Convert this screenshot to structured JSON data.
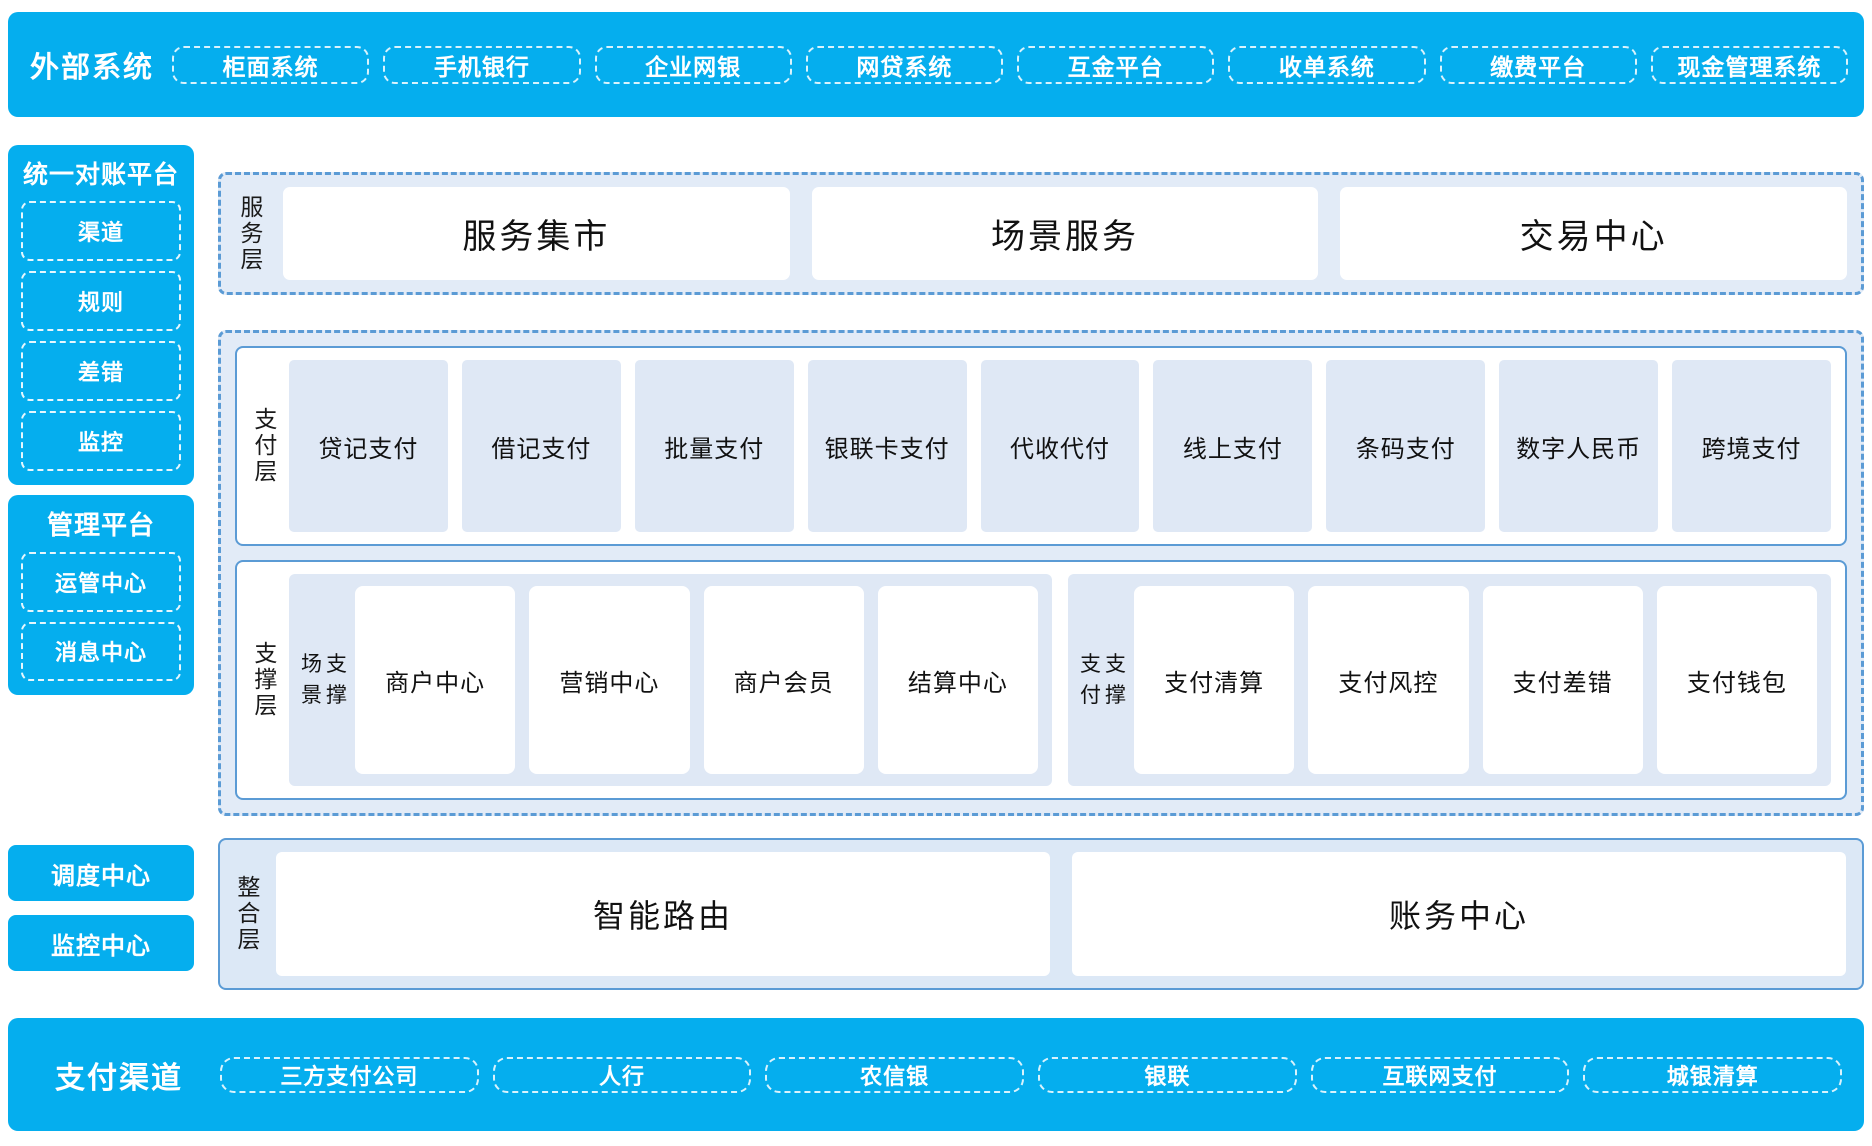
{
  "external_systems": {
    "title": "外部系统",
    "items": [
      "柜面系统",
      "手机银行",
      "企业网银",
      "网贷系统",
      "互金平台",
      "收单系统",
      "缴费平台",
      "现金管理系统"
    ]
  },
  "sidebar": {
    "recon_platform": {
      "title": "统一对账平台",
      "items": [
        "渠道",
        "规则",
        "差错",
        "监控"
      ]
    },
    "mgmt_platform": {
      "title": "管理平台",
      "items": [
        "运管中心",
        "消息中心"
      ]
    },
    "scheduling_center": "调度中心",
    "monitoring_center": "监控中心"
  },
  "service_layer": {
    "label": "服务层",
    "cards": [
      "服务集市",
      "场景服务",
      "交易中心"
    ]
  },
  "payment_layer": {
    "label": "支付层",
    "items": [
      "贷记支付",
      "借记支付",
      "批量支付",
      "银联卡支付",
      "代收代付",
      "线上支付",
      "条码支付",
      "数字人民币",
      "跨境支付"
    ]
  },
  "support_layer": {
    "label": "支撑层",
    "groups": [
      {
        "label": "场景支撑",
        "cards": [
          "商户中心",
          "营销中心",
          "商户会员",
          "结算中心"
        ]
      },
      {
        "label": "支付支撑",
        "cards": [
          "支付清算",
          "支付风控",
          "支付差错",
          "支付钱包"
        ]
      }
    ]
  },
  "integration_layer": {
    "label": "整合层",
    "cards": [
      "智能路由",
      "账务中心"
    ]
  },
  "payment_channels": {
    "title": "支付渠道",
    "items": [
      "三方支付公司",
      "人行",
      "农信银",
      "银联",
      "互联网支付",
      "城银清算"
    ]
  },
  "colors": {
    "brand_cyan": "#05AEEE",
    "border_blue": "#5B9BD5",
    "light_blue_bg": "#E2EBF7",
    "item_blue_bg": "#DFE8F5",
    "card_white": "#FFFFFF"
  }
}
